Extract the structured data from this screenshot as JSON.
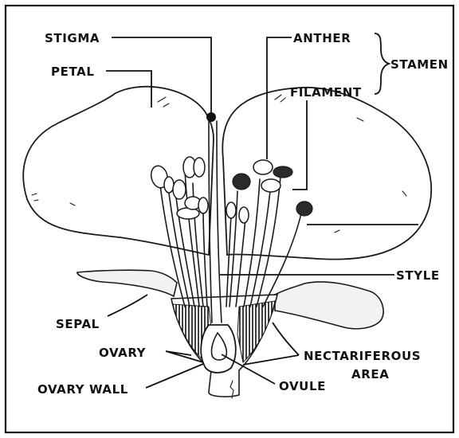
{
  "labels": {
    "stigma": "STIGMA",
    "petal": "PETAL",
    "anther": "ANTHER",
    "filament": "FILAMENT",
    "stamen": "STAMEN",
    "style": "STYLE",
    "sepal": "SEPAL",
    "ovary": "OVARY",
    "ovary_wall": "OVARY WALL",
    "nectariferous_line1": "NECTARIFEROUS",
    "nectariferous_line2": "AREA",
    "ovule": "OVULE"
  }
}
